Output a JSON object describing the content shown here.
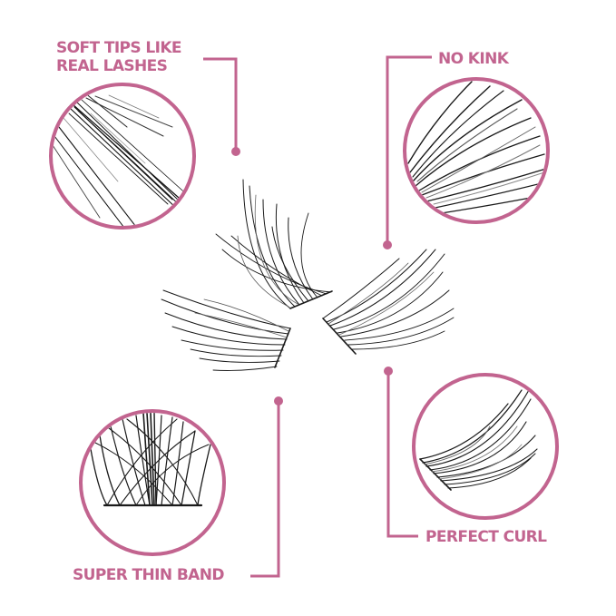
{
  "accent_color": "#C2648F",
  "lash_color": "#1a1a1a",
  "callouts": [
    {
      "id": "soft-tips",
      "label_lines": [
        "SOFT TIPS LIKE",
        "REAL LASHES"
      ],
      "position": "top-left",
      "icon": "lash-tips-closeup"
    },
    {
      "id": "no-kink",
      "label_lines": [
        "NO KINK"
      ],
      "position": "top-right",
      "icon": "lash-smooth-closeup"
    },
    {
      "id": "super-thin-band",
      "label_lines": [
        "SUPER THIN BAND"
      ],
      "position": "bottom-left",
      "icon": "lash-band-closeup"
    },
    {
      "id": "perfect-curl",
      "label_lines": [
        "PERFECT CURL"
      ],
      "position": "bottom-right",
      "icon": "lash-curl-closeup"
    }
  ],
  "center_image": {
    "description": "four lash cluster segments",
    "icon": "lash-clusters"
  }
}
